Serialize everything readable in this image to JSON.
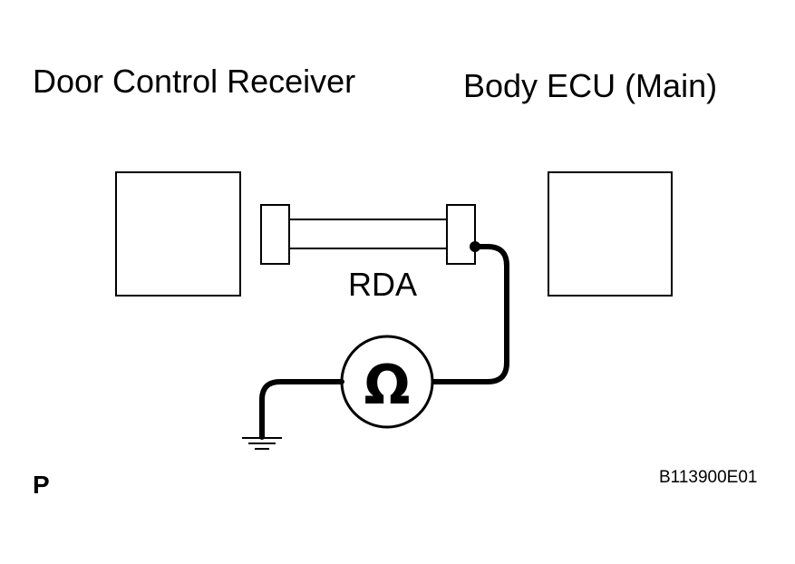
{
  "labels": {
    "door_control_receiver": "Door Control Receiver",
    "body_ecu": "Body ECU (Main)",
    "connector": "RDA",
    "ohm_symbol": "Ω",
    "page_marker": "P",
    "figure_code": "B113900E01"
  },
  "colors": {
    "line": "#000000",
    "background": "#ffffff"
  },
  "icons": {
    "ohmmeter": "ohmmeter-icon",
    "ground": "ground-icon"
  }
}
